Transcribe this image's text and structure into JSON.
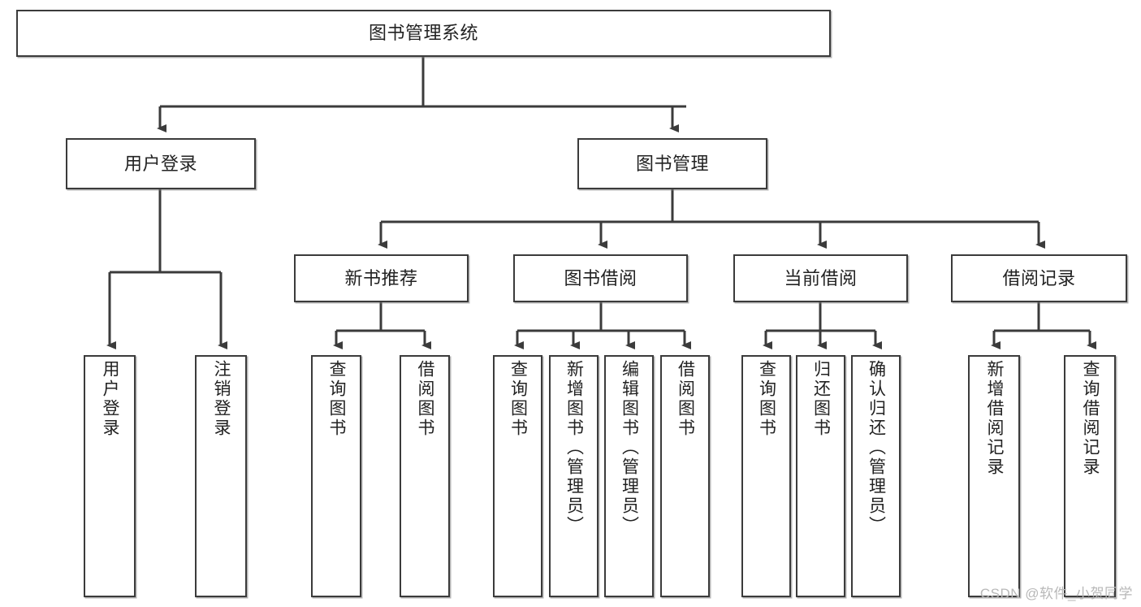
{
  "diagram": {
    "title": "图书管理系统",
    "watermark": "CSDN @软件_小贺同学",
    "colors": {
      "stroke": "#3b3b3b",
      "text": "#222222",
      "background": "#ffffff",
      "watermark": "#b8b8b8"
    },
    "levels": {
      "root": {
        "label": "图书管理系统"
      },
      "level2": [
        {
          "label": "用户登录"
        },
        {
          "label": "图书管理"
        }
      ],
      "level3": [
        {
          "label": "新书推荐"
        },
        {
          "label": "图书借阅"
        },
        {
          "label": "当前借阅"
        },
        {
          "label": "借阅记录"
        }
      ],
      "leaves": {
        "user_login": [
          {
            "label": "用户登录"
          },
          {
            "label": "注销登录"
          }
        ],
        "new_book": [
          {
            "label": "查询图书"
          },
          {
            "label": "借阅图书"
          }
        ],
        "book_borrow": [
          {
            "label": "查询图书"
          },
          {
            "label": "新增图书（管理员）"
          },
          {
            "label": "编辑图书（管理员）"
          },
          {
            "label": "借阅图书"
          }
        ],
        "current_borrow": [
          {
            "label": "查询图书"
          },
          {
            "label": "归还图书"
          },
          {
            "label": "确认归还（管理员）"
          }
        ],
        "borrow_record": [
          {
            "label": "新增借阅记录"
          },
          {
            "label": "查询借阅记录"
          }
        ]
      }
    }
  }
}
